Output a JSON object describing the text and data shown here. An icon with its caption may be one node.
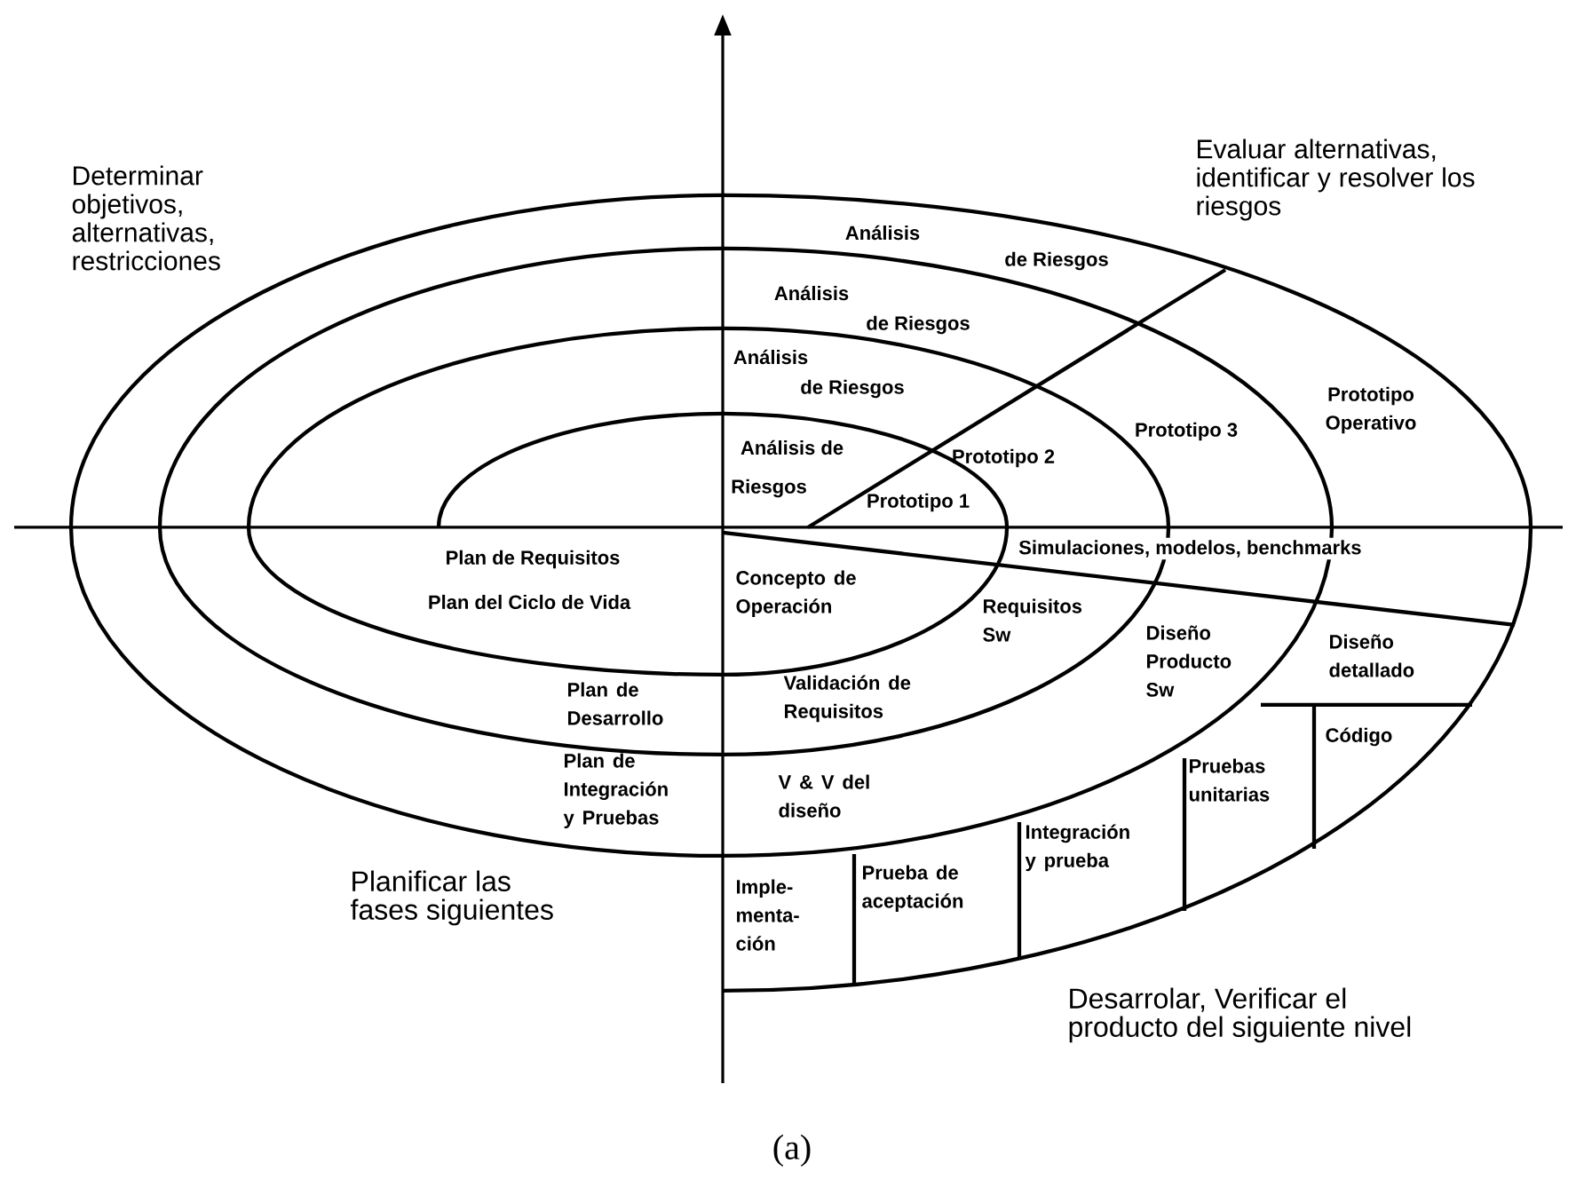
{
  "diagram": {
    "caption": "(a)",
    "labels": [
      "Determinar objetivos, alternativas, restricciones",
      "Evaluar alternativas, identificar y resolver los riesgos",
      "Análisis",
      "de Riesgos",
      "Análisis",
      "de Riesgos",
      "Análisis",
      "de Riesgos",
      "Prototipo Operativo",
      "Prototipo 3",
      "Análisis de",
      "Prototipo 2",
      "Riesgos",
      "Prototipo 1",
      "Plan de Requisitos",
      "Simulaciones, modelos, benchmarks",
      "Concepto de Operación",
      "Plan del Ciclo de Vida",
      "Requisitos Sw",
      "Diseño Producto Sw",
      "Diseño detallado",
      "Validación de Requisitos",
      "Plan de Desarrollo",
      "Código",
      "Plan de Integración y Pruebas",
      "Pruebas unitarias",
      "V & V del diseño",
      "Integración y prueba",
      "Prueba de aceptación",
      "Imple- menta- ción",
      "Planificar las fases siguientes",
      "Desarrolar, Verificar el producto del siguiente nivel"
    ]
  }
}
